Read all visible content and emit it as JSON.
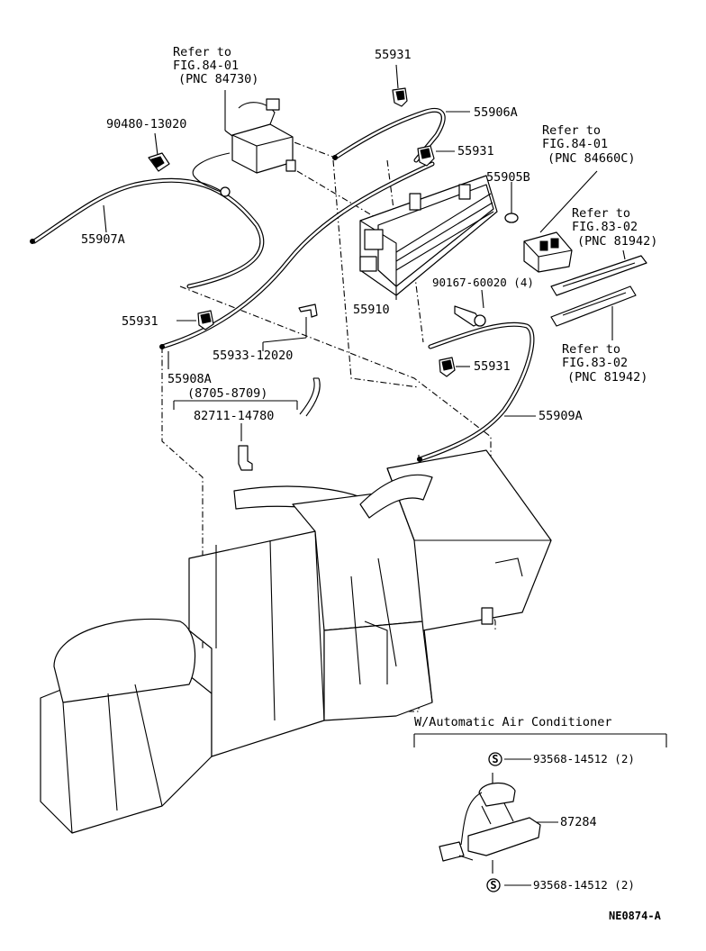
{
  "refs": {
    "fig84_top_line1": "Refer to",
    "fig84_top_line2": "FIG.84-01",
    "fig84_top_line3": "(PNC 84730)",
    "fig84_right_line1": "Refer to",
    "fig84_right_line2": "FIG.84-01",
    "fig84_right_line3": "(PNC 84660C)",
    "fig83_a_line1": "Refer to",
    "fig83_a_line2": "FIG.83-02",
    "fig83_a_line3": "(PNC 81942)",
    "fig83_b_line1": "Refer to",
    "fig83_b_line2": "FIG.83-02",
    "fig83_b_line3": "(PNC 81942)"
  },
  "parts": {
    "p55931_top": "55931",
    "p55906A": "55906A",
    "p55931_mid": "55931",
    "p90480": "90480-13020",
    "p55905B": "55905B",
    "p55907A": "55907A",
    "p90167": "90167-60020 (4)",
    "p55931_left": "55931",
    "p55910": "55910",
    "p55933": "55933-12020",
    "p55931_low": "55931",
    "p55908A": "55908A",
    "p8705": "(8705-8709)",
    "p82711": "82711-14780",
    "p55909A": "55909A",
    "p93568_top": "93568-14512 (2)",
    "p87284": "87284",
    "p93568_bot": "93568-14512 (2)"
  },
  "sections": {
    "auto_ac": "W/Automatic Air Conditioner"
  },
  "markers": {
    "s_symbol": "S"
  },
  "footer": {
    "code": "NE0874-A"
  }
}
